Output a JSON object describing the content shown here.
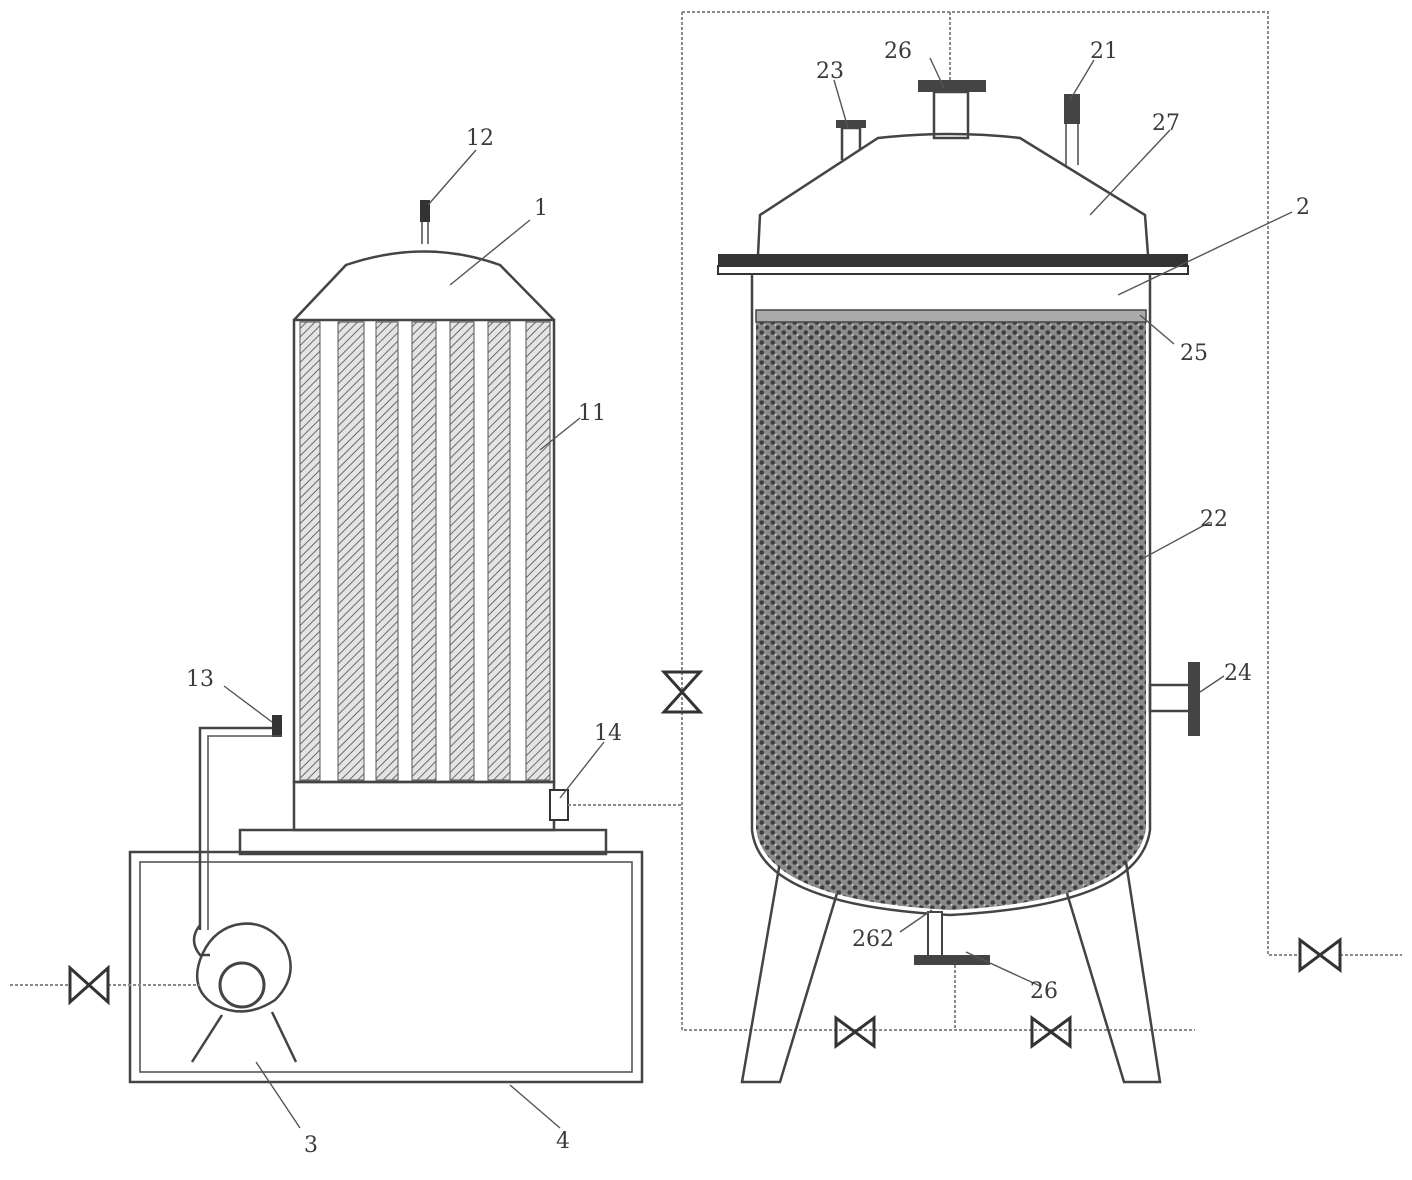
{
  "labels": {
    "l1": "1",
    "l2": "2",
    "l3": "3",
    "l4": "4",
    "l11": "11",
    "l12": "12",
    "l13": "13",
    "l14": "14",
    "l21": "21",
    "l22": "22",
    "l23": "23",
    "l24": "24",
    "l25": "25",
    "l26top": "26",
    "l26bot": "26",
    "l27": "27",
    "l262": "262"
  },
  "colors": {
    "outline": "#444444",
    "pipe": "#8a8a8a",
    "fill_dark": "#555555",
    "background": "#ffffff"
  }
}
